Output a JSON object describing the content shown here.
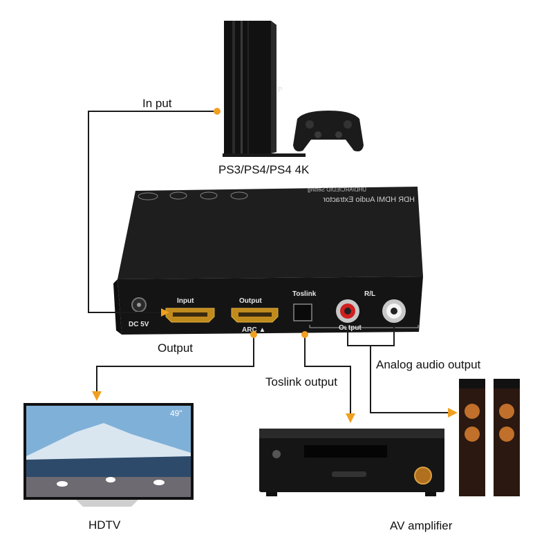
{
  "labels": {
    "input_line": "In put",
    "console": "PS3/PS4/PS4 4K",
    "output_line": "Output",
    "analog": "Analog audio output",
    "toslink": "Toslink output",
    "hdtv": "HDTV",
    "amplifier": "AV amplifier"
  },
  "device": {
    "title": "HDR HDMI Audio Extractor",
    "subtitle": "UHD/ARC/EDID Setting",
    "ports": {
      "dc": "DC 5V",
      "input": "Input",
      "output": "Output",
      "arc": "ARC ▲",
      "toslink": "Toslink",
      "rl": "R/L",
      "rca_output": "Output"
    }
  },
  "tv": {
    "size": "49\""
  },
  "colors": {
    "accent_dot": "#f0a020",
    "arrow": "#f0a020",
    "line": "#1a1a1a"
  }
}
